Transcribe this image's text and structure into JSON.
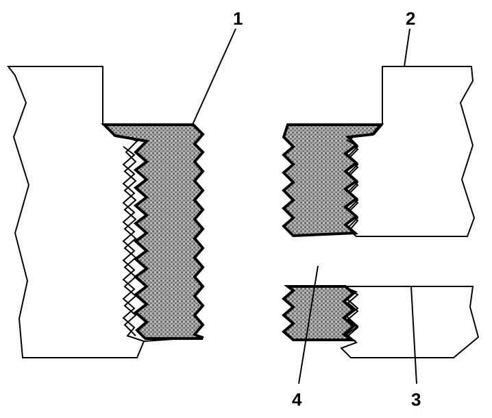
{
  "figure": {
    "callouts": [
      {
        "id": "callout-1",
        "label": "1"
      },
      {
        "id": "callout-2",
        "label": "2"
      },
      {
        "id": "callout-3",
        "label": "3"
      },
      {
        "id": "callout-4",
        "label": "4"
      }
    ]
  },
  "colors": {
    "line": "#000000",
    "background": "#ffffff",
    "thread_fill": "#8c8c8c"
  }
}
